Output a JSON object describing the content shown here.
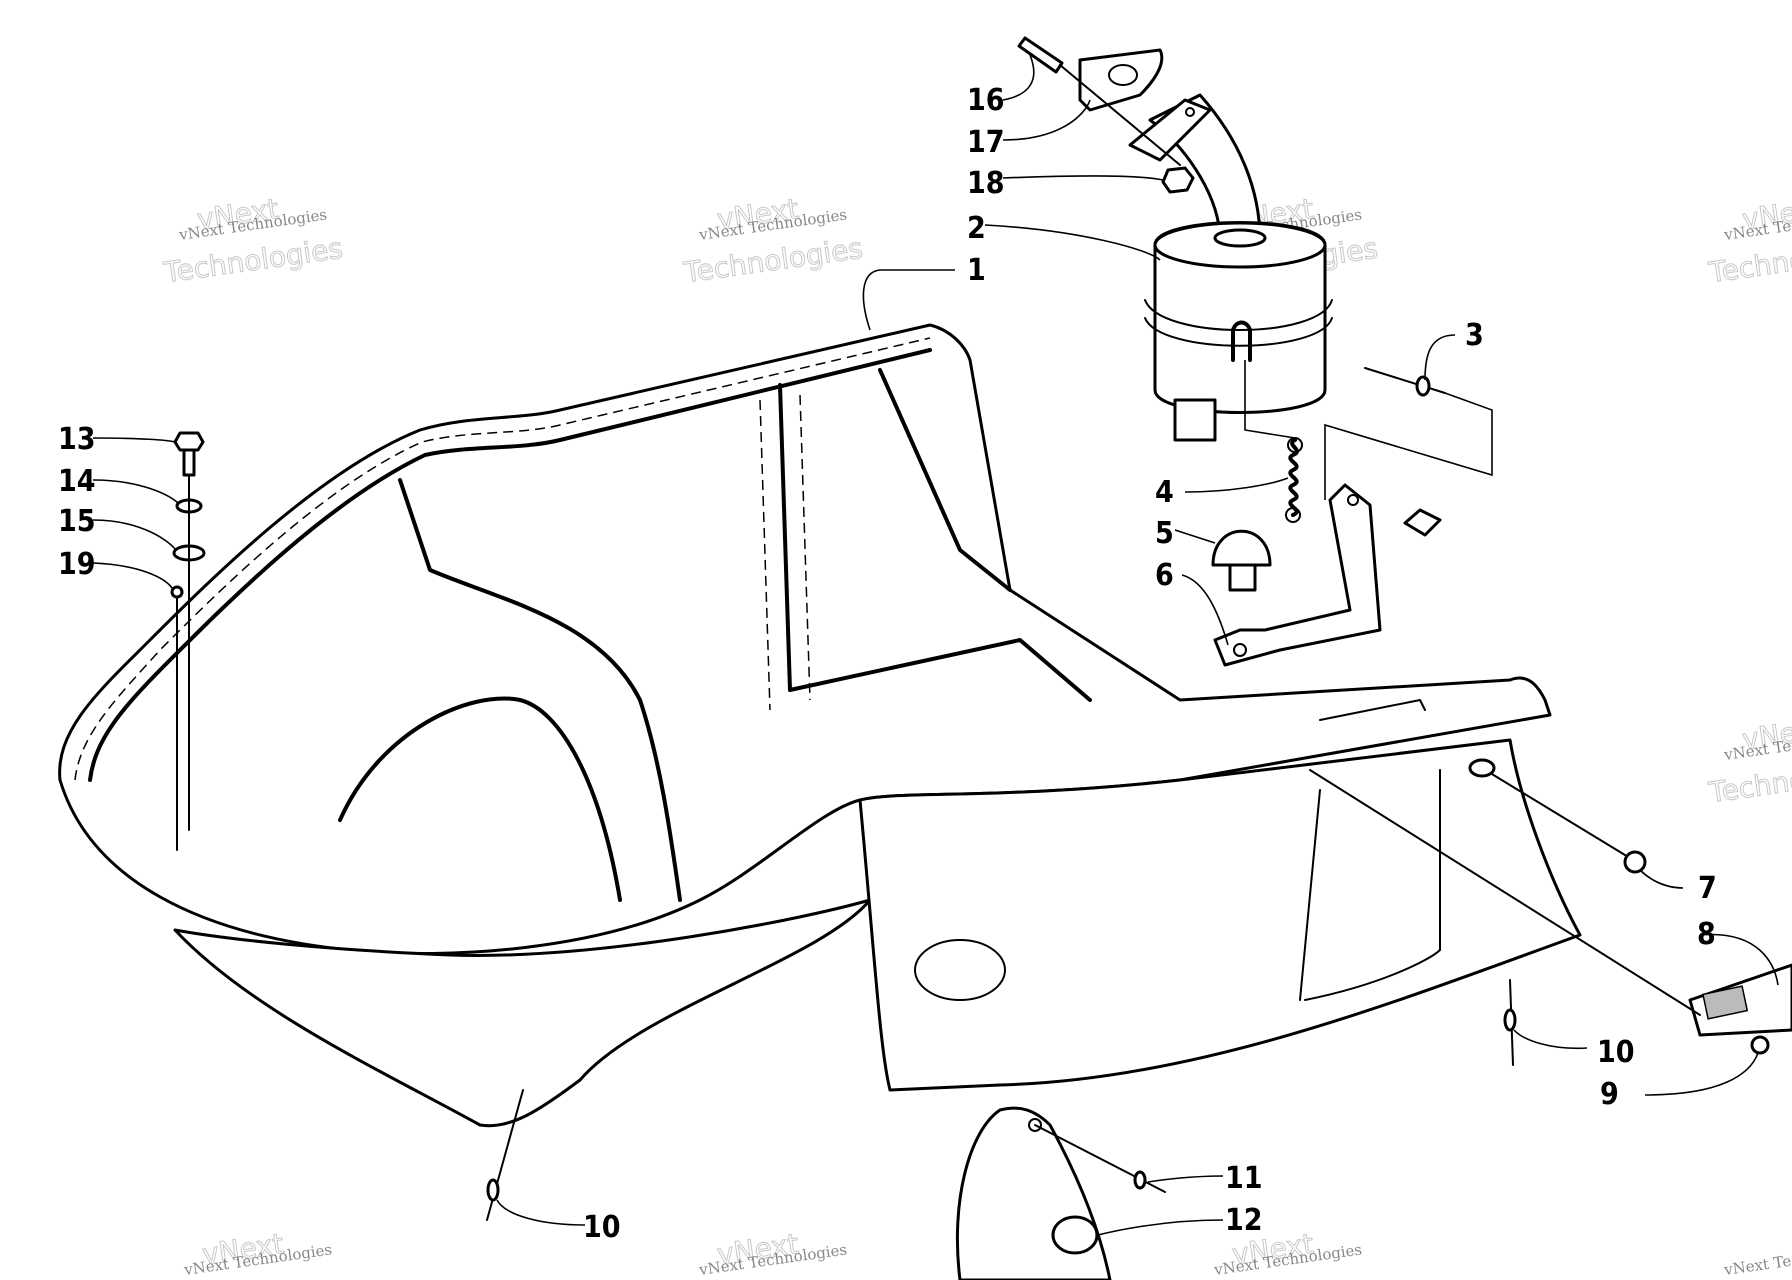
{
  "watermark": {
    "company_line": "vNext Technologies",
    "big_line_top": "vNext",
    "big_line_bottom": "Technologies"
  },
  "callouts": [
    {
      "id": "c1",
      "label": "1"
    },
    {
      "id": "c2",
      "label": "2"
    },
    {
      "id": "c3",
      "label": "3"
    },
    {
      "id": "c4",
      "label": "4"
    },
    {
      "id": "c5",
      "label": "5"
    },
    {
      "id": "c6",
      "label": "6"
    },
    {
      "id": "c7",
      "label": "7"
    },
    {
      "id": "c8",
      "label": "8"
    },
    {
      "id": "c9",
      "label": "9"
    },
    {
      "id": "c10a",
      "label": "10"
    },
    {
      "id": "c10b",
      "label": "10"
    },
    {
      "id": "c11",
      "label": "11"
    },
    {
      "id": "c12",
      "label": "12"
    },
    {
      "id": "c13",
      "label": "13"
    },
    {
      "id": "c14",
      "label": "14"
    },
    {
      "id": "c15",
      "label": "15"
    },
    {
      "id": "c16",
      "label": "16"
    },
    {
      "id": "c17",
      "label": "17"
    },
    {
      "id": "c18",
      "label": "18"
    },
    {
      "id": "c19",
      "label": "19"
    }
  ]
}
